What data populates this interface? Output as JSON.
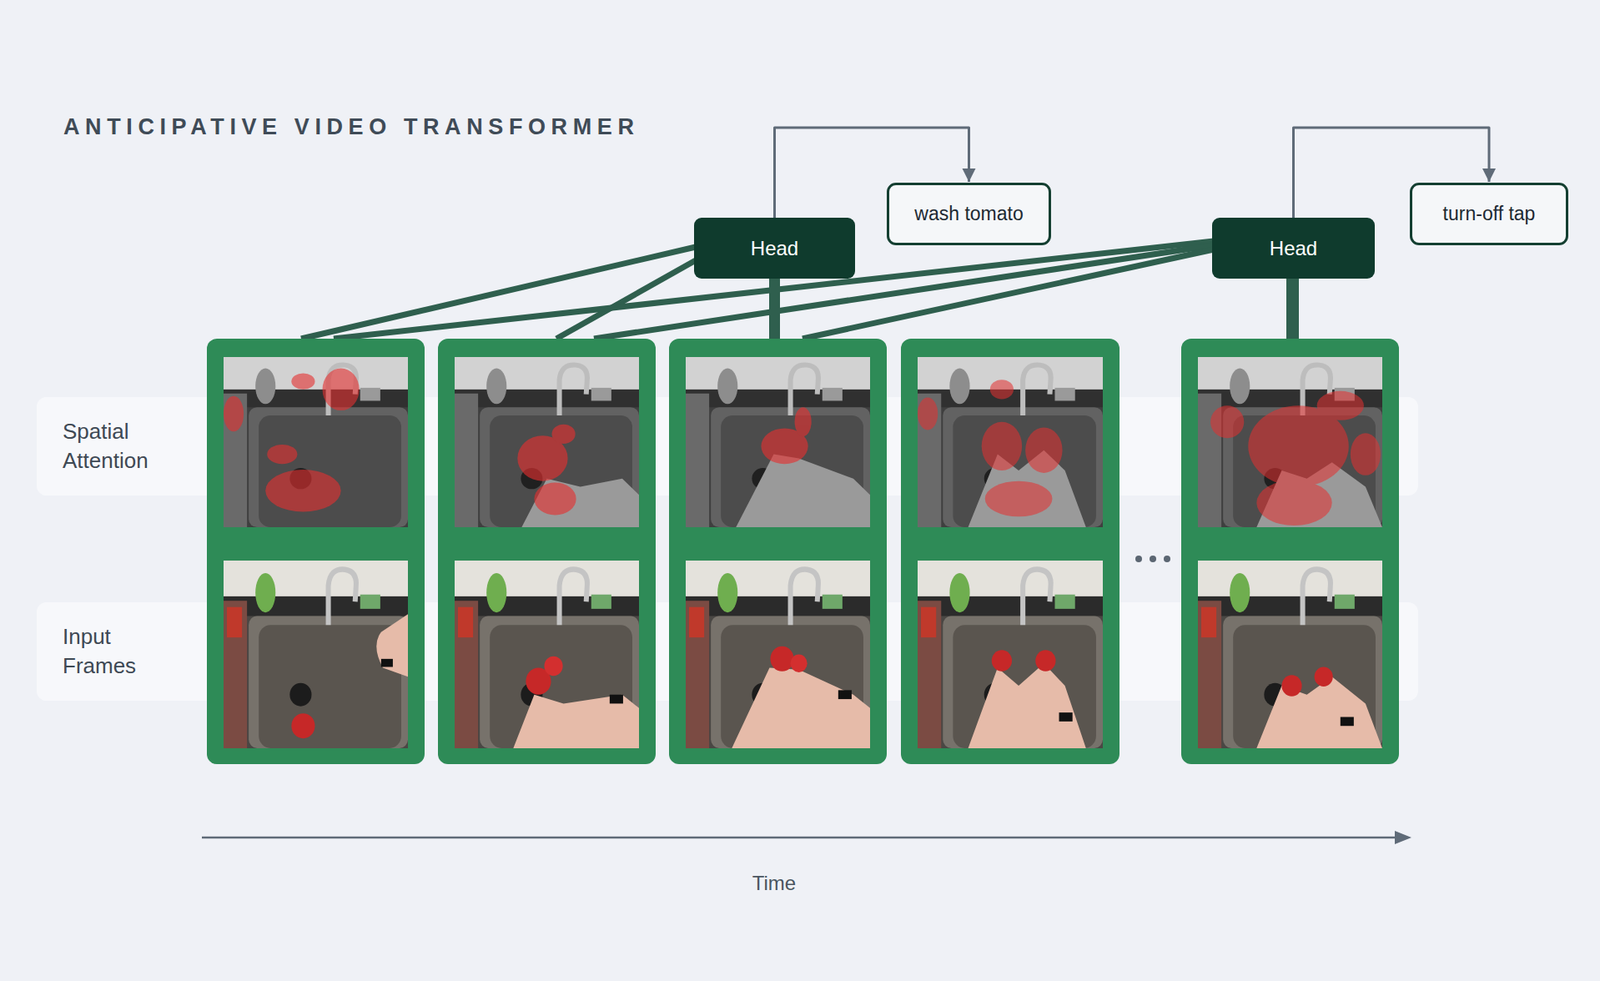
{
  "diagram": {
    "title": "ANTICIPATIVE VIDEO TRANSFORMER",
    "nodes": [
      {
        "text": [
          "Head"
        ]
      },
      {
        "text": [
          "wash tomato"
        ]
      },
      {
        "text": [
          "Head"
        ]
      },
      {
        "text": [
          "turn-off tap"
        ]
      },
      {
        "text": [
          "Spatial Attention"
        ]
      },
      {
        "text": [
          "Input Frames"
        ]
      }
    ],
    "edges": [
      {
        "from": 0,
        "to": 1,
        "arrow": "to"
      },
      {
        "from": 2,
        "to": 3,
        "arrow": "to"
      }
    ],
    "labels": [
      "Time"
    ]
  }
}
